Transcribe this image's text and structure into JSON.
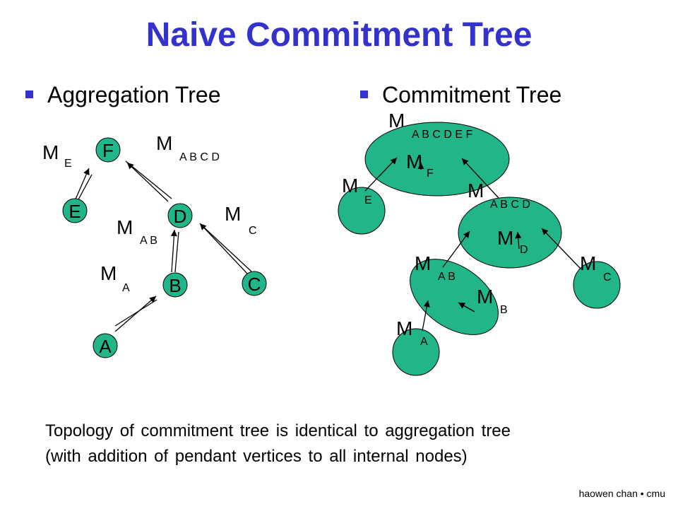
{
  "title": "Naive Commitment Tree",
  "bullets": {
    "left": "Aggregation Tree",
    "right": "Commitment Tree"
  },
  "aggregation_tree": {
    "nodes": {
      "F": "F",
      "E": "E",
      "D": "D",
      "C": "C",
      "B": "B",
      "A": "A"
    },
    "labels": {
      "me": {
        "m": "M",
        "sub": "E"
      },
      "mabcd": {
        "m": "M",
        "sub": "A B C D"
      },
      "mab": {
        "m": "M",
        "sub": "A B"
      },
      "mc": {
        "m": "M",
        "sub": "C"
      },
      "ma": {
        "m": "M",
        "sub": "A"
      }
    },
    "node_color": "#22b58a"
  },
  "commitment_tree": {
    "labels": {
      "mabcdef": {
        "m": "M",
        "sub": "A B C D E F"
      },
      "mf": {
        "m": "M",
        "sub": "F"
      },
      "me": {
        "m": "M",
        "sub": "E"
      },
      "mabcd": {
        "m": "M",
        "sub": "A B C D"
      },
      "md": {
        "m": "M",
        "sub": "D"
      },
      "mab": {
        "m": "M",
        "sub": "A B"
      },
      "mc": {
        "m": "M",
        "sub": "C"
      },
      "mb": {
        "m": "M",
        "sub": "B"
      },
      "ma": {
        "m": "M",
        "sub": "A"
      }
    },
    "node_color": "#22b58a"
  },
  "caption": {
    "line1": "Topology of commitment tree is identical to aggregation tree",
    "line2": "(with addition of pendant vertices to all internal nodes)"
  },
  "footer": {
    "name": "haowen chan",
    "separator": "•",
    "org": "cmu"
  }
}
